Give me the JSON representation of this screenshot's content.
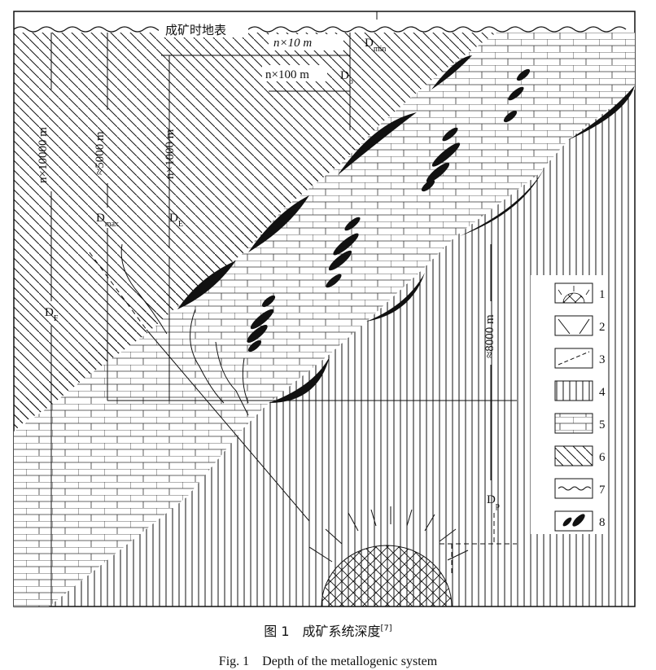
{
  "surface_label": "成矿时地表",
  "depth_labels": {
    "n10m": "n×10 m",
    "n100m": "n×100 m",
    "n1000m": "n×1000 m",
    "approx5000m": "≈5000 m",
    "n10000m": "n×10000 m",
    "approx8000m": "≈8000 m"
  },
  "depth_symbols": {
    "dmin": {
      "main": "D",
      "sub": "min"
    },
    "do": {
      "main": "D",
      "sub": "o"
    },
    "dmax": {
      "main": "D",
      "sub": "max"
    },
    "de": {
      "main": "D",
      "sub": "E"
    },
    "df": {
      "main": "D",
      "sub": "F"
    },
    "dp": {
      "main": "D",
      "sub": "p"
    }
  },
  "legend": [
    {
      "num": "1",
      "pattern": "intrusion-crosshatch"
    },
    {
      "num": "2",
      "pattern": "fault-solid"
    },
    {
      "num": "3",
      "pattern": "fault-dashed"
    },
    {
      "num": "4",
      "pattern": "vertical-lines"
    },
    {
      "num": "5",
      "pattern": "brick"
    },
    {
      "num": "6",
      "pattern": "diagonal-hatch"
    },
    {
      "num": "7",
      "pattern": "wavy-surface"
    },
    {
      "num": "8",
      "pattern": "ore-bodies"
    }
  ],
  "caption": {
    "cn": "图 1　成矿系统深度",
    "cn_ref": "[7]",
    "en": "Fig. 1　Depth of the metallogenic system"
  }
}
